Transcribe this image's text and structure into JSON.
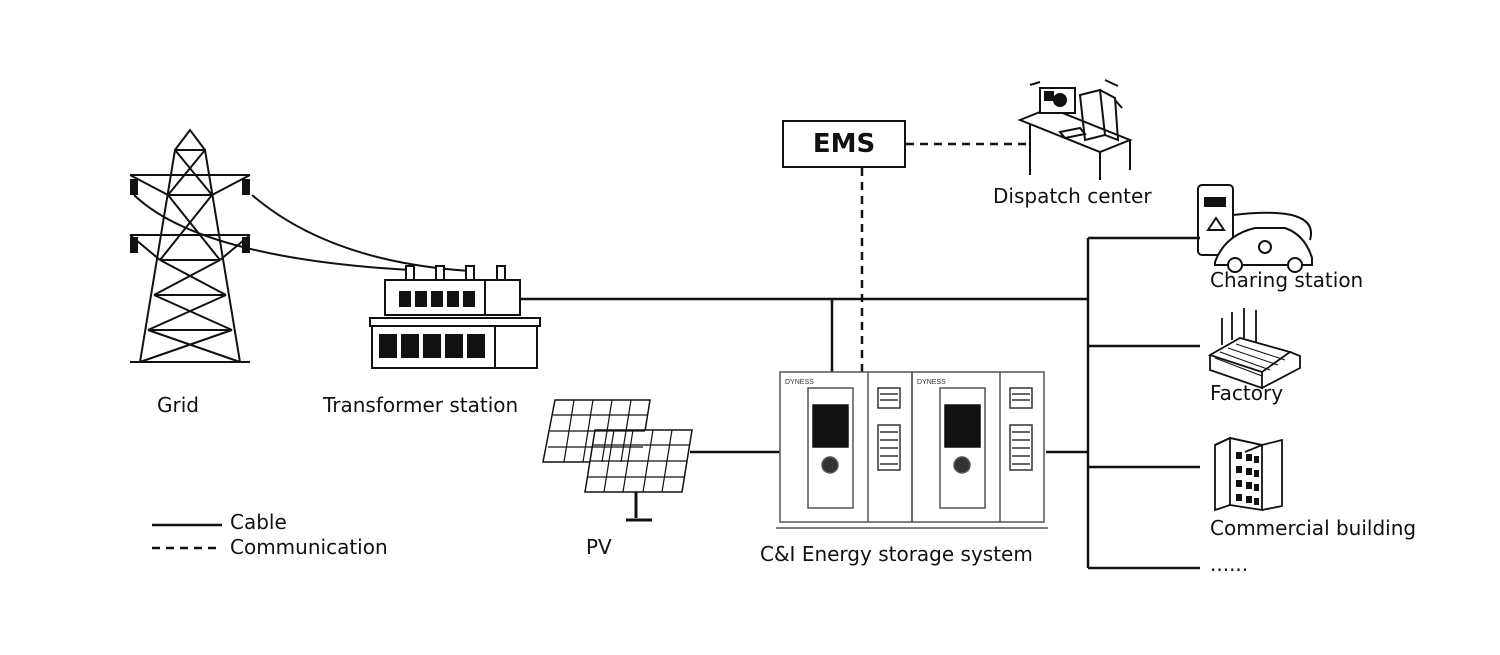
{
  "labels": {
    "grid": "Grid",
    "transformer": "Transformer station",
    "ems": "EMS",
    "dispatch": "Dispatch center",
    "pv": "PV",
    "ess": "C&I Energy storage system",
    "charging": "Charing station",
    "factory": "Factory",
    "commercial": "Commercial building",
    "more": "......",
    "brand": "DYNESS"
  },
  "legend": {
    "cable": "Cable",
    "communication": "Communication"
  },
  "icons": [
    "transmission-tower-icon",
    "transformer-station-icon",
    "ems-box",
    "dispatch-desk-icon",
    "solar-panel-icon",
    "energy-storage-cabinet-icon",
    "ev-charger-icon",
    "factory-icon",
    "office-building-icon"
  ]
}
